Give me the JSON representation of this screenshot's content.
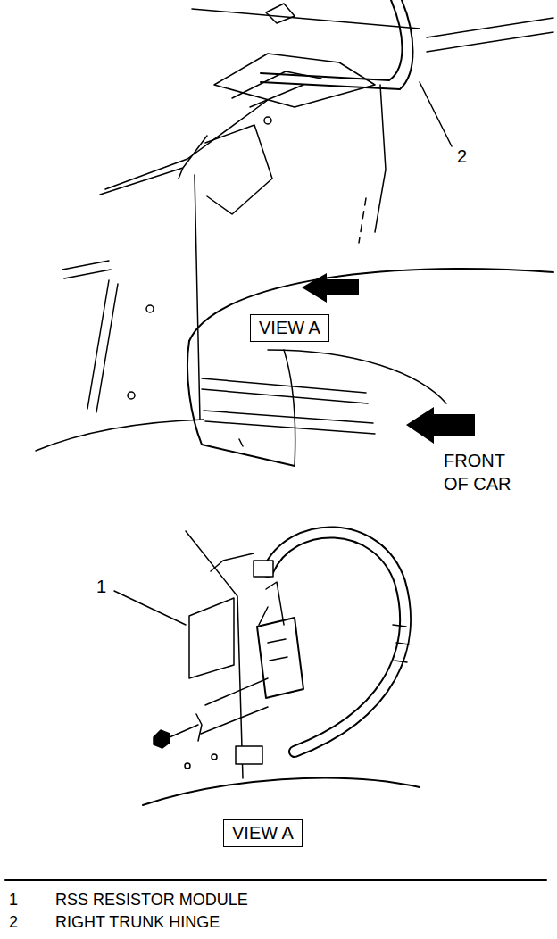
{
  "diagram": {
    "nodes": [
      {
        "text": [
          "VIEW A"
        ]
      },
      {
        "text": [
          "VIEW A"
        ]
      }
    ],
    "labels": [
      "2",
      "FRONT OF CAR",
      "1",
      "1",
      "RSS RESISTOR MODULE",
      "2",
      "RIGHT TRUNK HINGE"
    ]
  }
}
